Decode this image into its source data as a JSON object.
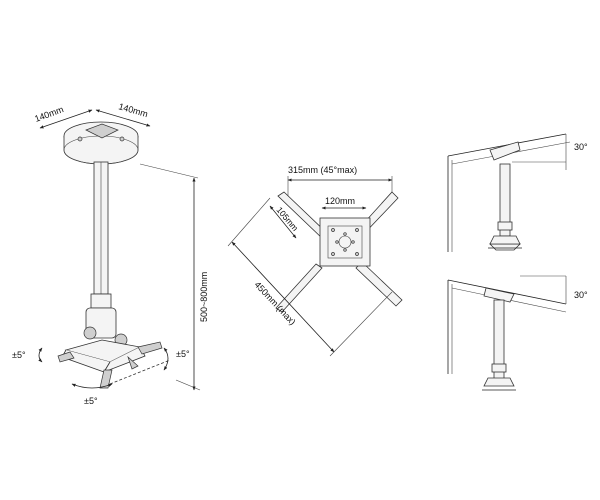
{
  "left_view": {
    "ceiling_plate_w": "140mm",
    "ceiling_plate_d": "140mm",
    "height_range": "500~800mm",
    "tilt_left": "±5°",
    "tilt_right": "±5°",
    "swivel": "±5°"
  },
  "middle_view": {
    "arm_span": "315mm (45°max)",
    "arm_length": "105mm",
    "center_plate": "120mm",
    "diagonal": "450mm (max)"
  },
  "right_view": {
    "top_angle": "30°",
    "bottom_angle": "30°"
  }
}
